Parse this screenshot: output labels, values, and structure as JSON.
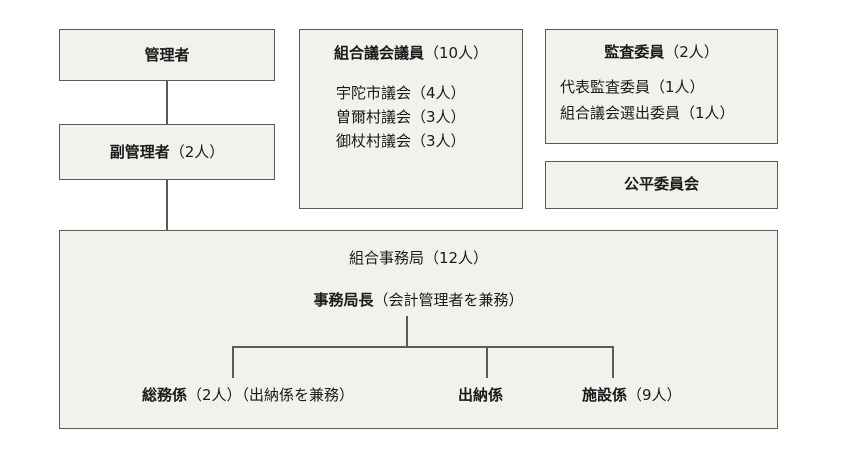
{
  "manager": {
    "title": "管理者"
  },
  "vice_manager": {
    "title": "副管理者",
    "count": "（2人）"
  },
  "assembly": {
    "title": "組合議会議員",
    "count": "（10人）",
    "members": [
      "宇陀市議会（4人）",
      "曽爾村議会（3人）",
      "御杖村議会（3人）"
    ]
  },
  "audit": {
    "title": "監査委員",
    "count": "（2人）",
    "members": [
      "代表監査委員（1人）",
      "組合議会選出委員（1人）"
    ]
  },
  "fairness": {
    "title": "公平委員会"
  },
  "office": {
    "title": "組合事務局（12人）",
    "head_title": "事務局長",
    "head_note": "（会計管理者を兼務）",
    "sections": [
      {
        "title": "総務係",
        "note": "（2人）（出納係を兼務）"
      },
      {
        "title": "出納係",
        "note": ""
      },
      {
        "title": "施設係",
        "note": "（9人）"
      }
    ]
  },
  "colors": {
    "box_fill": "#f2f1eb",
    "border": "#5a5a5a"
  }
}
